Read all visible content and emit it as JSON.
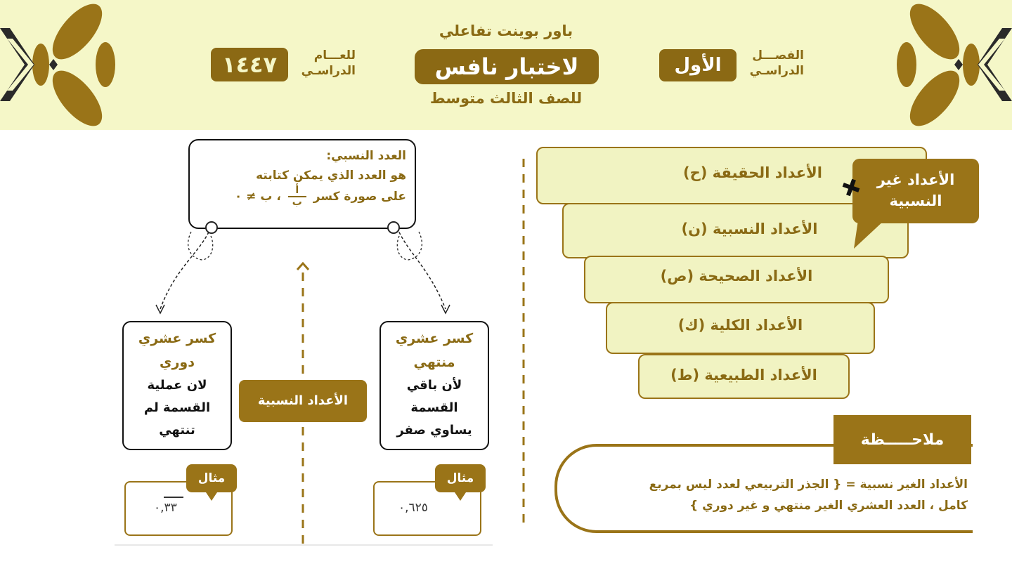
{
  "header": {
    "title_top": "باور بوينت تفاعلي",
    "title_main": "لاختبار نافس",
    "title_sub": "للصف الثالث متوسط",
    "year_value": "١٤٤٧",
    "year_label_1": "للعـــام",
    "year_label_2": "الدراسـي",
    "semester_value": "الأول",
    "semester_label_1": "الفصـــل",
    "semester_label_2": "الدراسـي"
  },
  "definition": {
    "title": "العدد النسبي:",
    "line1": "هو العدد الذي يمكن كتابته",
    "line2_pre": "على صورة كسر",
    "frac_num": "أ",
    "frac_den": "ب",
    "line2_post": "، ب ≠ ٠"
  },
  "types": {
    "repeating": {
      "title_1": "كسر عشري",
      "title_2": "دوري",
      "desc_1": "لان عملية",
      "desc_2": "القسمة لم",
      "desc_3": "تنتهي"
    },
    "terminating": {
      "title_1": "كسر عشري",
      "title_2": "منتهي",
      "desc_1": "لأن باقي",
      "desc_2": "القسمة",
      "desc_3": "يساوي صفر"
    }
  },
  "middle_label": "الأعداد النسبية",
  "examples": {
    "tag": "مثال",
    "repeating_value": "٠,٣٣",
    "terminating_value": "٠,٦٢٥"
  },
  "number_sets": [
    "الأعداد الحقيقة (ح)",
    "الأعداد النسبية (ن)",
    "الأعداد الصحيحة (ص)",
    "الأعداد الكلية (ك)",
    "الأعداد الطبيعية (ط)"
  ],
  "irrational_tag": {
    "line1": "الأعداد غير",
    "line2": "النسبية"
  },
  "note": {
    "heading": "ملاحـــــظة",
    "line1": "الأعداد الغير نسبية = { الجذر التربيعي لعدد ليس بمربع",
    "line2": "كامل ، العدد العشري الغير منتهي و غير دوري }"
  },
  "colors": {
    "brand_gold": "#8b6914",
    "header_bg": "#f5f7c8",
    "set_bg": "#f1f3c2",
    "ornament_gold": "#9a7418"
  },
  "icons": [
    "ornament-left-icon",
    "ornament-right-icon",
    "plus-icon",
    "arrow-up-icon"
  ]
}
